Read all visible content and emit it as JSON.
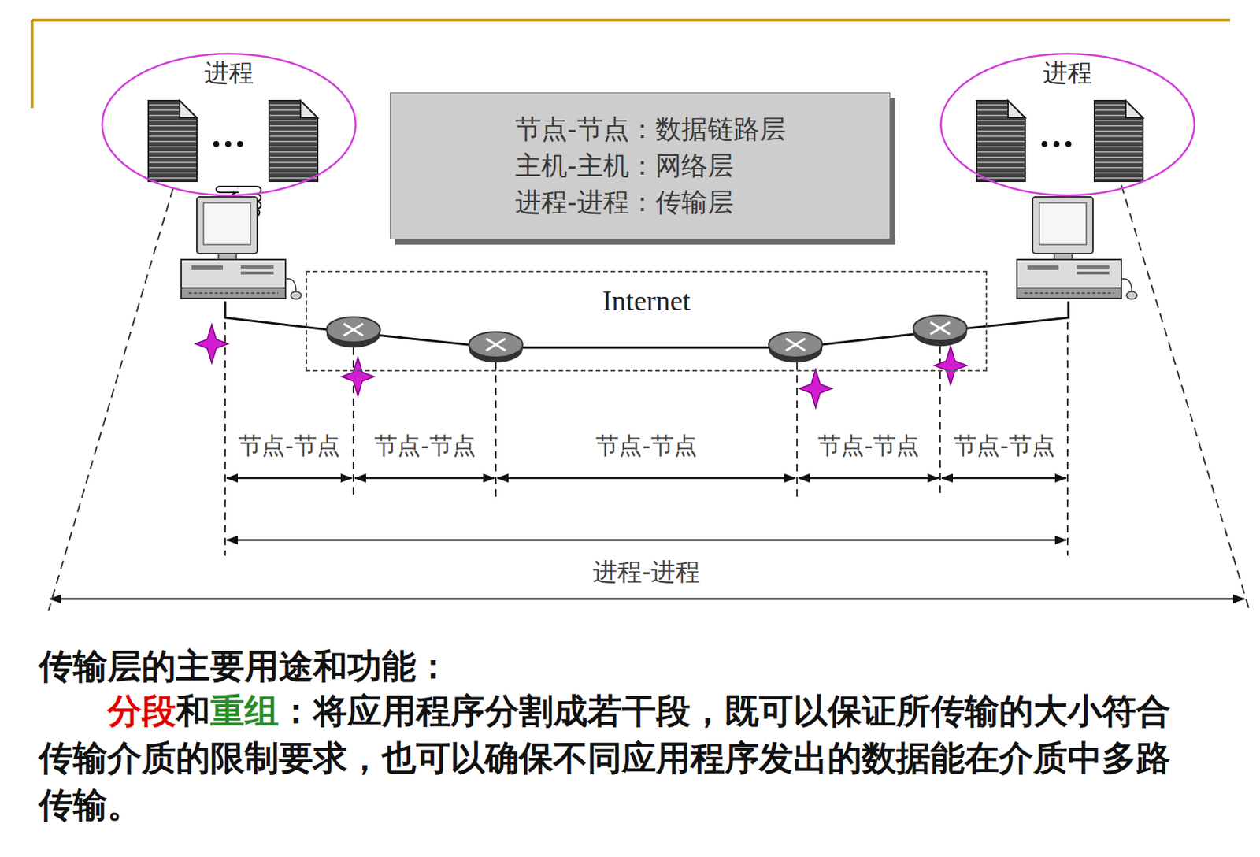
{
  "diagram": {
    "nodes": [
      {
        "text": [
          "进程"
        ]
      },
      {
        "text": [
          "节点-节点：数据链路层",
          "主机-主机：网络层",
          "进程-进程：传输层"
        ]
      },
      {
        "text": [
          "进程"
        ]
      },
      {
        "text": [
          "Internet"
        ]
      }
    ],
    "labels": [
      "节点-节点",
      "节点-节点",
      "节点-节点",
      "节点-节点",
      "节点-节点",
      "进程-进程",
      "传输层的主要用途和功能：",
      "分段",
      "和",
      "重组",
      "：将应用程序分割成若干段，既可以保证所传输的大小符合传输介质的限制要求，也可以确保不同应用程序发出的数据能在介质中多路传输。"
    ]
  }
}
